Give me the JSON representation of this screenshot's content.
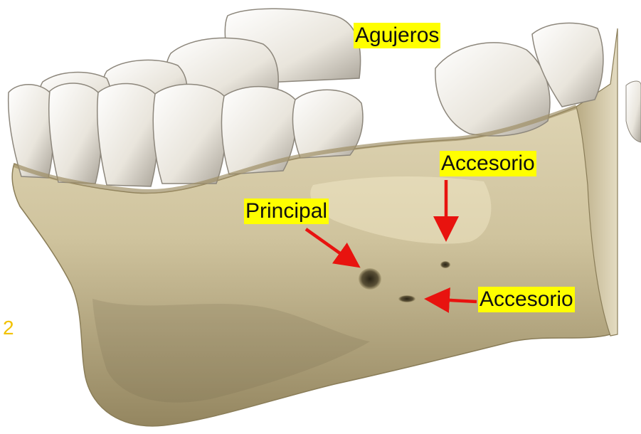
{
  "labels": {
    "agujeros": "Agujeros",
    "accesorio_top": "Accesorio",
    "principal": "Principal",
    "accesorio_bottom": "Accesorio"
  },
  "edge_fragment": "2",
  "colors": {
    "label_background": "#ffff00",
    "arrow": "#e8130f",
    "bone": "#c9bc94",
    "bone_shadow": "#6e6448",
    "tooth": "#ece8df",
    "edge_fragment": "#f2c200"
  }
}
